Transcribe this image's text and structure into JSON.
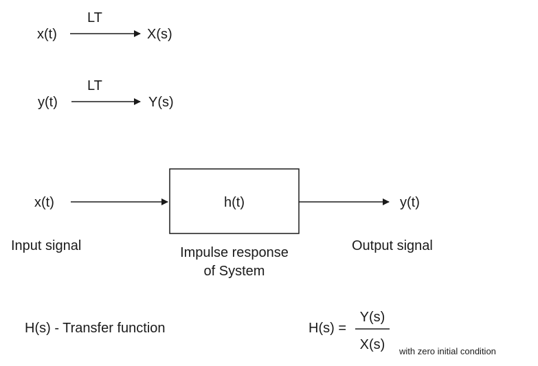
{
  "laplace_pairs": [
    {
      "input": "x(t)",
      "operator": "LT",
      "output": "X(s)"
    },
    {
      "input": "y(t)",
      "operator": "LT",
      "output": "Y(s)"
    }
  ],
  "block_diagram": {
    "input_signal": "x(t)",
    "input_caption": "Input signal",
    "system_label": "h(t)",
    "system_caption_line1": "Impulse response",
    "system_caption_line2": "of System",
    "output_signal": "y(t)",
    "output_caption": "Output signal"
  },
  "transfer_function": {
    "definition": "H(s) - Transfer function",
    "lhs": "H(s) =",
    "numerator": "Y(s)",
    "denominator": "X(s)",
    "condition": "with zero initial condition"
  }
}
